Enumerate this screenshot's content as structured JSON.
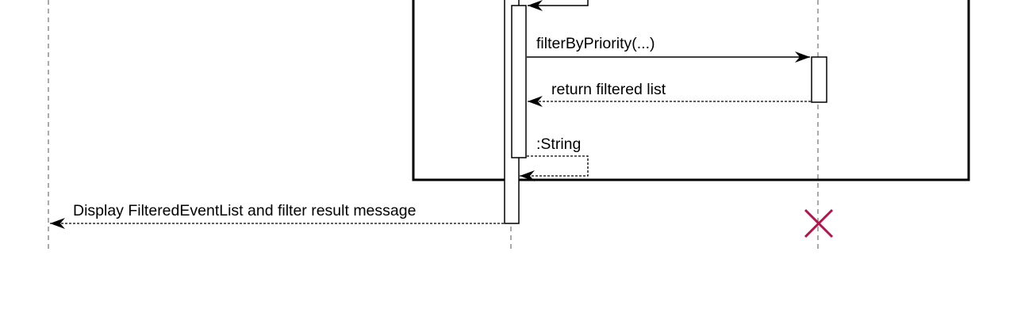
{
  "messages": {
    "filter_call": "filterByPriority(...)",
    "filter_return": "return filtered list",
    "self_return": ":String",
    "display_return": "Display FilteredEventList and filter result message"
  },
  "colors": {
    "line": "#000000",
    "lifeline": "#555555",
    "destroy": "#b5134b",
    "background": "#ffffff"
  }
}
